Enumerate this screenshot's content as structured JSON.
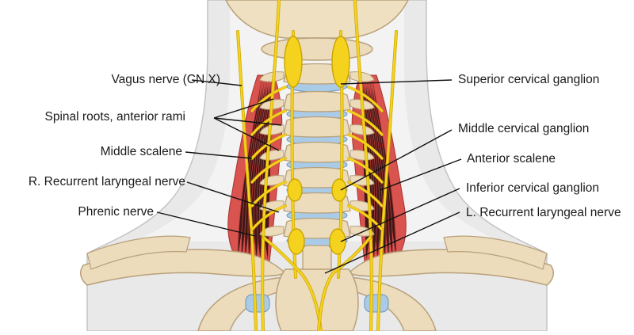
{
  "labels_left": [
    {
      "id": "vagus",
      "text": "Vagus nerve (CN X)"
    },
    {
      "id": "spinal-roots",
      "text": "Spinal roots, anterior rami"
    },
    {
      "id": "middle-scalene",
      "text": "Middle scalene"
    },
    {
      "id": "r-recurrent",
      "text": "R. Recurrent laryngeal nerve"
    },
    {
      "id": "phrenic",
      "text": "Phrenic nerve"
    }
  ],
  "labels_right": [
    {
      "id": "superior-ganglion",
      "text": "Superior cervical ganglion"
    },
    {
      "id": "middle-ganglion",
      "text": "Middle cervical ganglion"
    },
    {
      "id": "anterior-scalene",
      "text": "Anterior scalene"
    },
    {
      "id": "inferior-ganglion",
      "text": "Inferior cervical ganglion"
    },
    {
      "id": "l-recurrent",
      "text": "L. Recurrent laryngeal nerve"
    }
  ],
  "colors": {
    "skin": "#e8e8e8",
    "skin_outline": "#bdbdbd",
    "bone": "#ecdcbc",
    "bone_outline": "#b8a07a",
    "muscle": "#d9534f",
    "muscle_dark": "#a8322e",
    "nerve": "#f5d21e",
    "nerve_outline": "#c9a400",
    "disc": "#a9cbe8",
    "leader": "#111111"
  }
}
